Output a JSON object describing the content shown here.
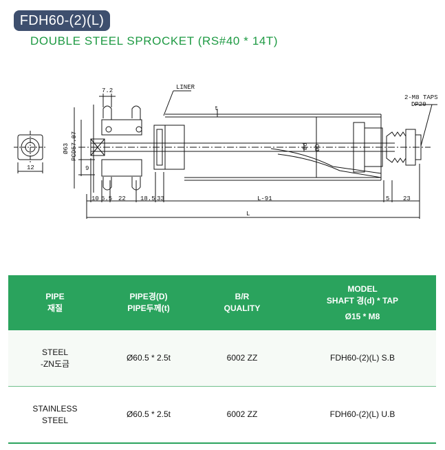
{
  "header": {
    "model_code": "FDH60-(2)(L)",
    "description": "DOUBLE STEEL SPROCKET (RS#40 * 14T)"
  },
  "drawing": {
    "labels": {
      "liner": "LINER",
      "taps": "2-M8 TAPS",
      "dp": "DP20",
      "dim_72": "7.2",
      "dim_phi63": "Ø63",
      "dim_pcd": "PCD57.07",
      "dim_12": "12",
      "dim_9": "9",
      "dim_10": "10",
      "dim_65": "6.5",
      "dim_22": "22",
      "dim_185": "18.5",
      "dim_33": "33",
      "dim_l91": "L-91",
      "dim_5": "5",
      "dim_23": "23",
      "dim_l": "L",
      "dim_phid": "Ød",
      "dim_phiD": "ØD",
      "dim_t": "t"
    }
  },
  "table": {
    "headers": [
      [
        "PIPE",
        "재질"
      ],
      [
        "PIPE경(D)",
        "PIPE두께(t)"
      ],
      [
        "B/R",
        "QUALITY"
      ],
      [
        "MODEL",
        "SHAFT 경(d) * TAP",
        "Ø15 * M8"
      ]
    ],
    "rows": [
      {
        "material": [
          "STEEL",
          "-ZN도금"
        ],
        "pipe": "Ø60.5 * 2.5t",
        "bearing": "6002 ZZ",
        "model": "FDH60-(2)(L) S.B"
      },
      {
        "material": [
          "STAINLESS",
          "STEEL"
        ],
        "pipe": "Ø60.5 * 2.5t",
        "bearing": "6002 ZZ",
        "model": "FDH60-(2)(L) U.B"
      }
    ]
  },
  "colors": {
    "badge_bg": "#3e4f6e",
    "accent_green": "#1e9a43",
    "table_header": "#2aa35d"
  }
}
